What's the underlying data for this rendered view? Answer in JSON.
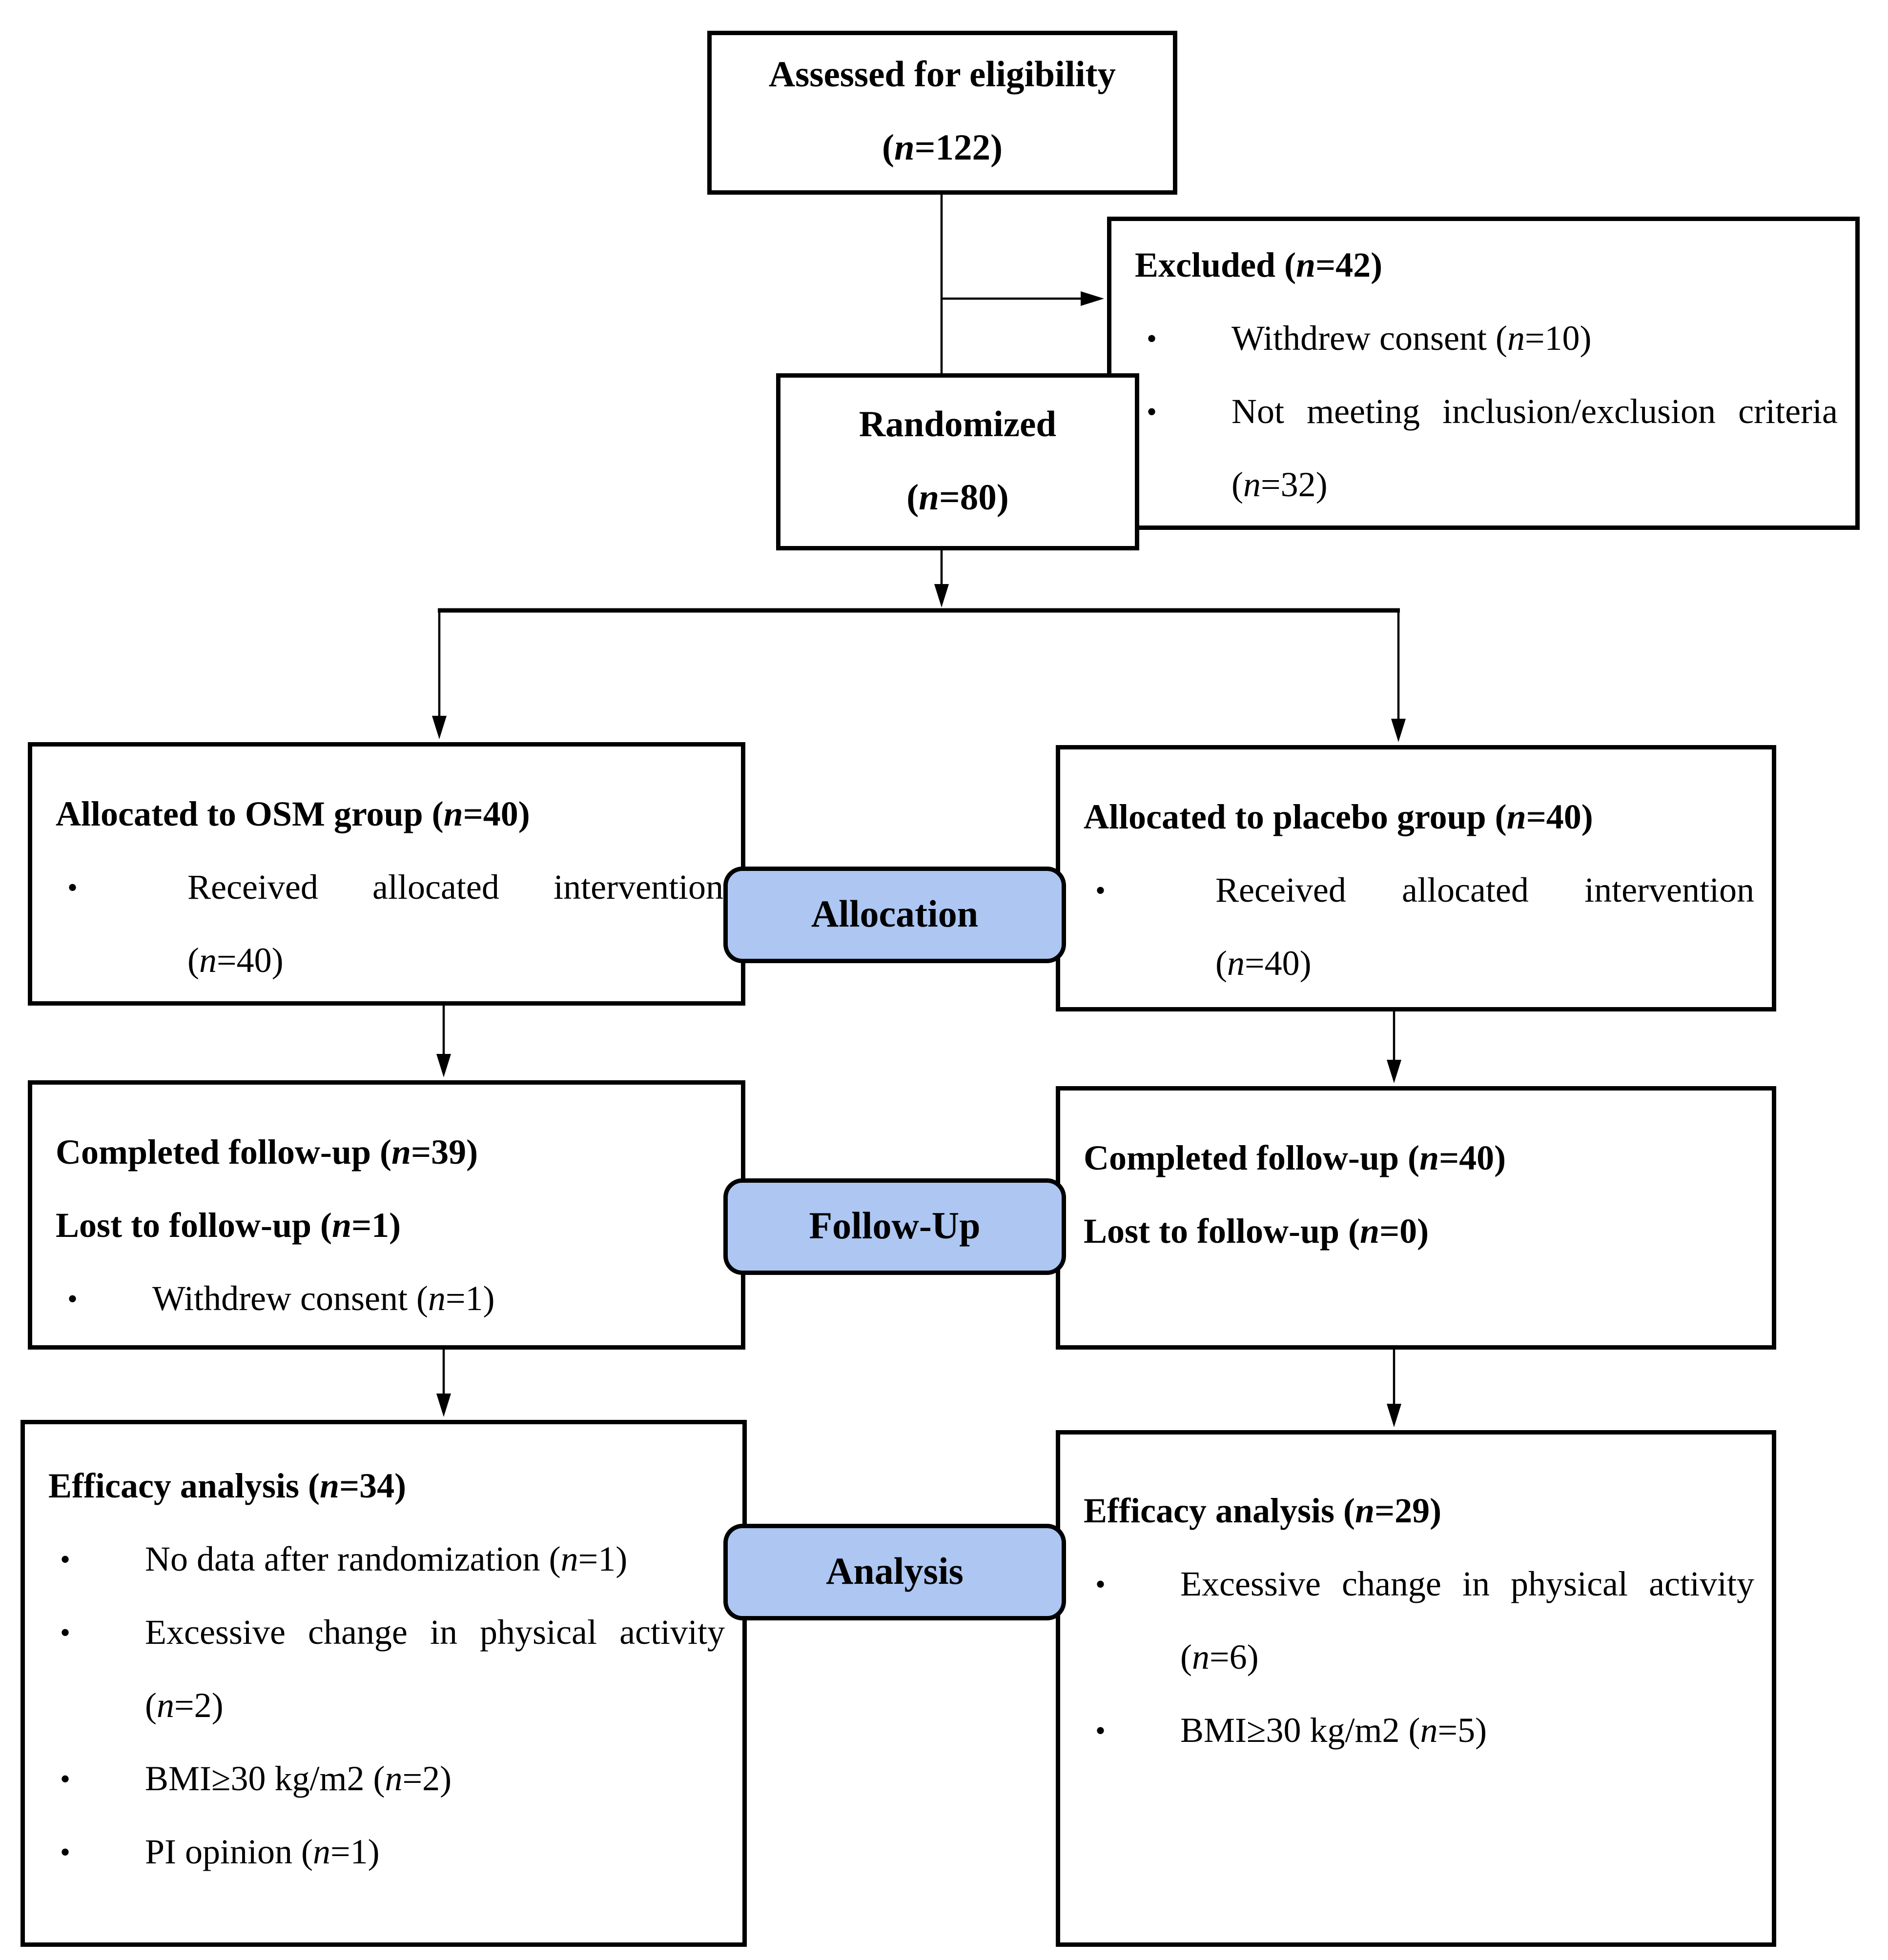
{
  "diagram_title": "CONSORT participant flow diagram",
  "colors": {
    "badge_fill": "#adc6f2",
    "line": "#000000",
    "box_border": "#000000",
    "text": "#000000",
    "background": "#ffffff"
  },
  "boxes": {
    "assessed": {
      "lines": [
        "Assessed for eligibility",
        "(n=122)"
      ]
    },
    "excluded": {
      "header": "Excluded (n=42)",
      "bullets": [
        "Withdrew consent (n=10)",
        "Not meeting inclusion/exclusion cri­teria (n=32)"
      ]
    },
    "randomized": {
      "lines": [
        "Randomized",
        "(n=80)"
      ]
    },
    "alloc_left": {
      "header": "Allocated to OSM group (n=40)",
      "bullets": [
        "Received allocated intervention (n=40)"
      ]
    },
    "alloc_right": {
      "header": "Allocated to placebo group (n=40)",
      "bullets": [
        "Received allocated intervention (n=40)"
      ]
    },
    "fu_left": {
      "header_lines": [
        "Completed follow-up (n=39)",
        "Lost to follow-up (n=1)"
      ],
      "bullets": [
        "Withdrew consent (n=1)"
      ]
    },
    "fu_right": {
      "header_lines": [
        "Completed follow-up (n=40)",
        "Lost to follow-up (n=0)"
      ],
      "bullets": []
    },
    "an_left": {
      "header": "Efficacy analysis (n=34)",
      "bullets": [
        "No data after randomization (n=1)",
        "Excessive change in physical activity (n=2)",
        "BMI≥30 kg/m2 (n=2)",
        "PI opinion (n=1)"
      ]
    },
    "an_right": {
      "header": "Efficacy analysis (n=29)",
      "bullets": [
        "Excessive change in physical activity (n=6)",
        "BMI≥30 kg/m2 (n=5)"
      ]
    }
  },
  "badges": {
    "allocation": "Allocation",
    "followup": "Follow-Up",
    "analysis": "Analysis"
  }
}
